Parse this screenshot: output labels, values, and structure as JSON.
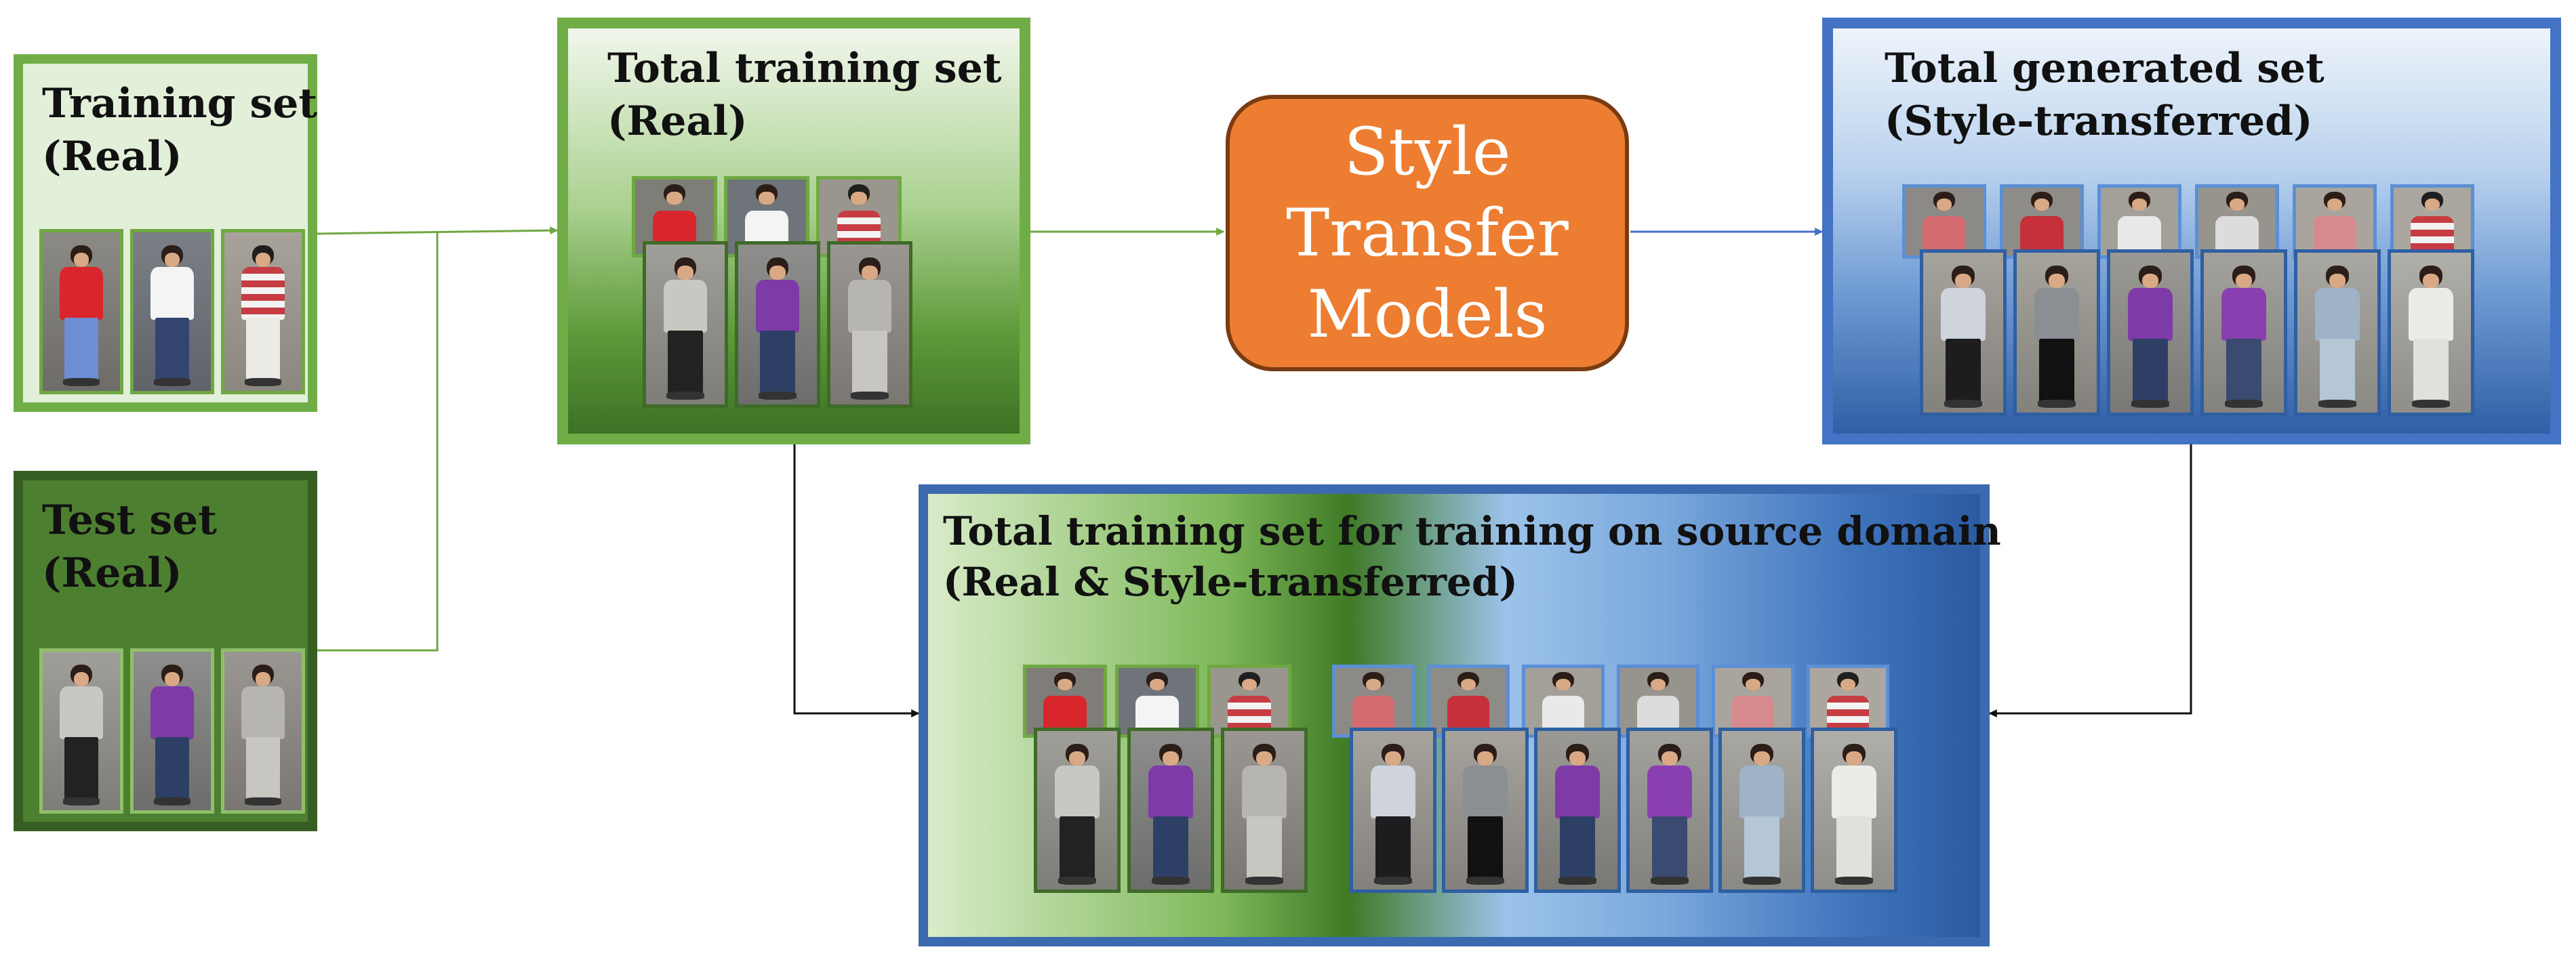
{
  "training_set": {
    "line1": "Training set",
    "line2": "(Real)"
  },
  "test_set": {
    "line1": "Test set",
    "line2": "(Real)"
  },
  "total_training_set": {
    "line1": "Total training set",
    "line2": "(Real)"
  },
  "style_transfer": {
    "line1": "Style",
    "line2": "Transfer",
    "line3": "Models"
  },
  "total_generated_set": {
    "line1": "Total generated set",
    "line2": "(Style-transferred)"
  },
  "combined_set": {
    "line1": "Total training set for training on source domain",
    "line2": "(Real & Style-transferred)"
  },
  "colors": {
    "green_light": "#e3f0d8",
    "green_mid": "#70ad47",
    "green_dark": "#3e6b28",
    "blue_light": "#dbe8f7",
    "blue_mid": "#4472c4",
    "blue_dark": "#2e5fa3",
    "orange": "#ed7d31",
    "arrow_dark": "#111111"
  }
}
